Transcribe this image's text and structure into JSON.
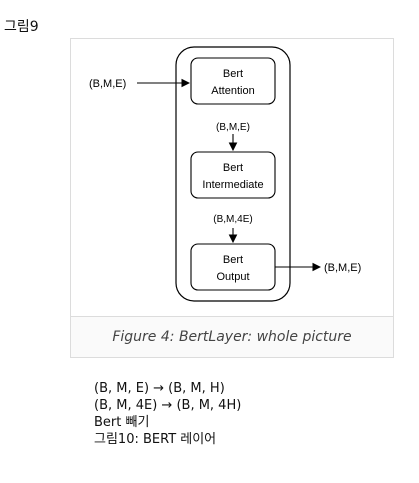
{
  "figure_label": "그림9",
  "diagram": {
    "input_label": "(B,M,E)",
    "attention_line1": "Bert",
    "attention_line2": "Attention",
    "edge1_label": "(B,M,E)",
    "intermediate_line1": "Bert",
    "intermediate_line2": "Intermediate",
    "edge2_label": "(B,M,4E)",
    "output_line1": "Bert",
    "output_line2": "Output",
    "output_label": "(B,M,E)"
  },
  "caption": "Figure 4: BertLayer: whole picture",
  "notes": [
    "(B, M, E) → (B, M, H)",
    "(B, M, 4E) → (B, M, 4H)",
    "Bert 빼기",
    "그림10: BERT 레이어"
  ]
}
